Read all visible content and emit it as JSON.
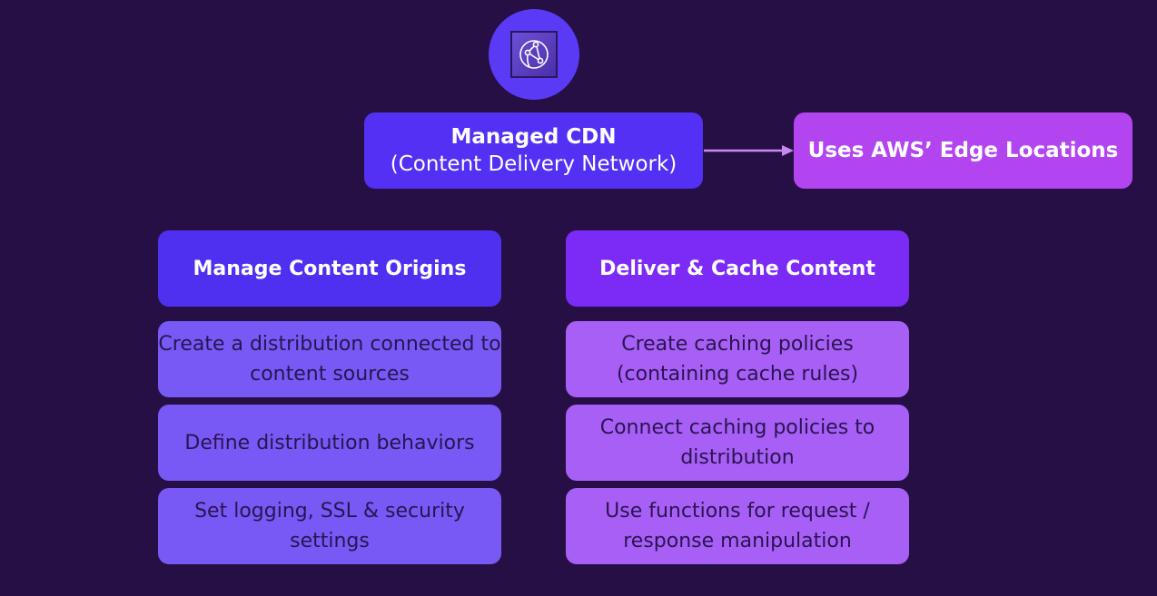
{
  "logo": {
    "icon": "cloudfront-icon"
  },
  "cdn_box": {
    "title": "Managed CDN",
    "subtitle": "(Content Delivery Network)"
  },
  "edge_box": {
    "label": "Uses AWS’ Edge Locations"
  },
  "columns": [
    {
      "header": "Manage Content Origins",
      "items": [
        "Create a distribution connected to content sources",
        "Define distribution behaviors",
        "Set logging, SSL & security settings"
      ]
    },
    {
      "header": "Deliver & Cache Content",
      "items": [
        "Create caching policies (containing cache rules)",
        "Connect caching policies to distribution",
        "Use functions for request / response manipulation"
      ]
    }
  ],
  "colors": {
    "background": "#260f45",
    "primary_blue": "#5330f3",
    "edge_purple": "#b345f0",
    "col1_item": "#7859f5",
    "col2_header": "#7b2bf5",
    "col2_item": "#a75ff6",
    "arrow": "#c98af0"
  }
}
